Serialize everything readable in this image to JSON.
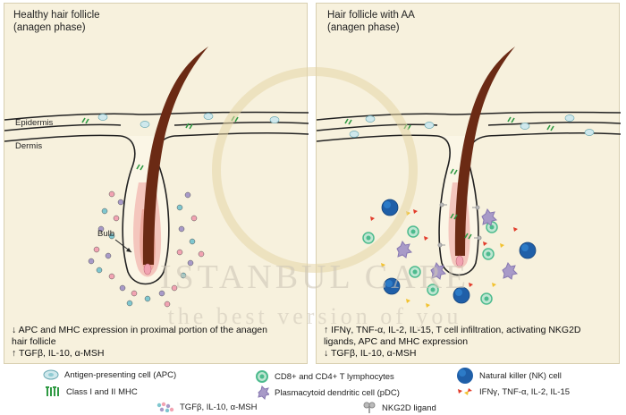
{
  "left": {
    "title_line1": "Healthy hair follicle",
    "title_line2": "(anagen phase)",
    "epidermis": "Epidermis",
    "dermis": "Dermis",
    "bulb": "Bulb",
    "caption_line1": "↓ APC and MHC expression in proximal portion of the anagen",
    "caption_line2": "hair follicle",
    "caption_line3": "↑ TGFβ, IL-10,  α-MSH"
  },
  "right": {
    "title_line1": "Hair follicle with AA",
    "title_line2": "(anagen phase)",
    "caption_line1": "↑ IFNγ, TNF-α, IL-2, IL-15, T cell infiltration, activating NKG2D",
    "caption_line2": "ligands, APC and MHC expression",
    "caption_line3": "↓ TGFβ, IL-10,  α-MSH"
  },
  "legend": {
    "apc": "Antigen-presenting cell (APC)",
    "tcell": "CD8+ and CD4+ T lymphocytes",
    "nk": "Natural killer (NK) cell",
    "mhc": "Class I and II MHC",
    "pdc": "Plasmacytoid dendritic cell (pDC)",
    "cytokines": "IFNγ, TNF-α, IL-2, IL-15",
    "tgf": "TGFβ, IL-10,  α-MSH",
    "nkg2d": "NKG2D ligand"
  },
  "watermark": {
    "brand": "ISTANBUL CARE",
    "slogan": "the best version of you"
  },
  "colors": {
    "panel_bg": "#f7f1dd",
    "hair": "#6b2a14",
    "apc": "#cfe8ec",
    "tcell": "#4dbb8e",
    "nk": "#1f5fa8",
    "pdc": "#a89ac8",
    "mhc": "#2f9a43"
  }
}
